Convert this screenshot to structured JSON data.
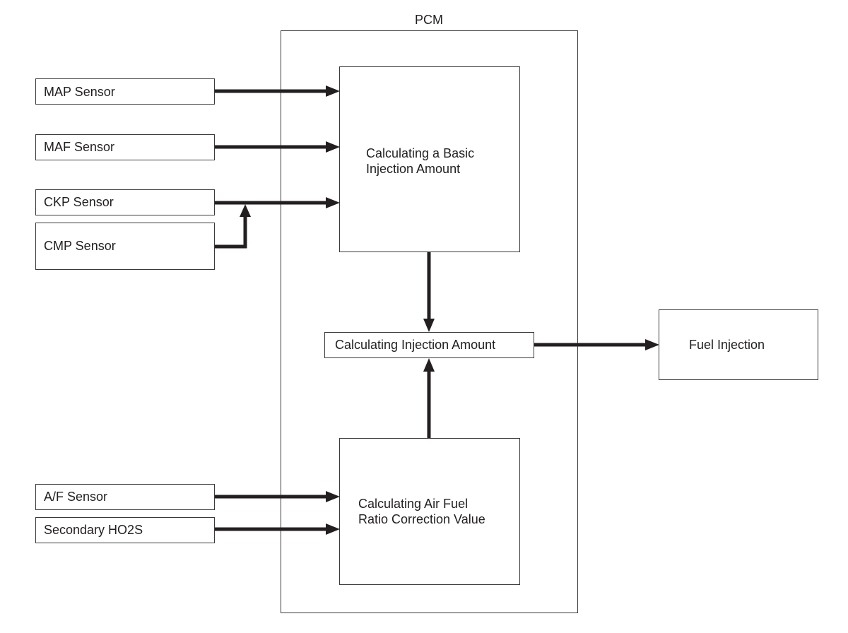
{
  "pcm": {
    "title": "PCM"
  },
  "sensors": {
    "map": "MAP Sensor",
    "maf": "MAF Sensor",
    "ckp": "CKP Sensor",
    "cmp": "CMP Sensor",
    "af": "A/F Sensor",
    "ho2s": "Secondary HO2S"
  },
  "blocks": {
    "basic": {
      "line1": "Calculating a Basic",
      "line2": "Injection Amount"
    },
    "injection": "Calculating Injection Amount",
    "correction": {
      "line1": "Calculating Air Fuel",
      "line2": "Ratio Correction Value"
    }
  },
  "output": {
    "fuel_injection": "Fuel Injection"
  },
  "colors": {
    "line": "#231f20",
    "border": "#3a3a3a"
  }
}
